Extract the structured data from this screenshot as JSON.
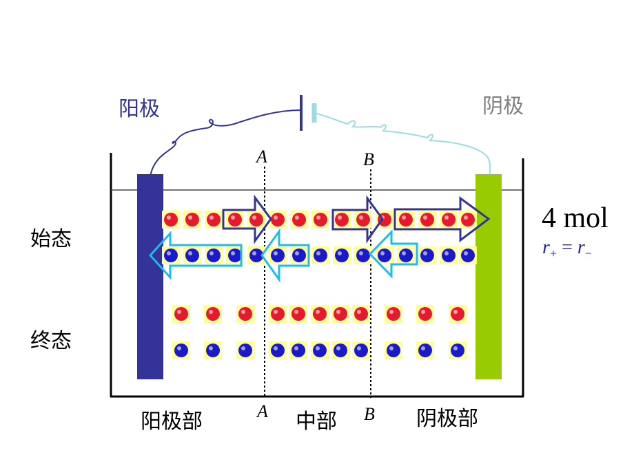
{
  "labels": {
    "anode": "阳极",
    "cathode": "阴极",
    "initial_state": "始态",
    "final_state": "终态",
    "anode_region": "阳极部",
    "middle_region": "中部",
    "cathode_region": "阴极部",
    "line_a_top": "A",
    "line_b_top": "B",
    "line_a_bottom": "A",
    "line_b_bottom": "B",
    "amount": "4 mol",
    "rate_r1": "r",
    "rate_sub_plus": "+",
    "rate_eq": " = ",
    "rate_r2": "r",
    "rate_sub_minus": "−"
  },
  "colors": {
    "anode": "#333399",
    "cathode_electrode": "#99cc00",
    "cathode_label": "#808080",
    "cation": "#e8192c",
    "anion": "#1a1acc",
    "ion_bg": "#ffff99",
    "cation_arrow": "#333399",
    "anion_arrow": "#1ebbee",
    "rate_text": "#1a1acc"
  },
  "ions": {
    "initial_cation_count": 15,
    "initial_anion_count": 15,
    "final_cation_count": 11,
    "final_anion_count": 11
  }
}
